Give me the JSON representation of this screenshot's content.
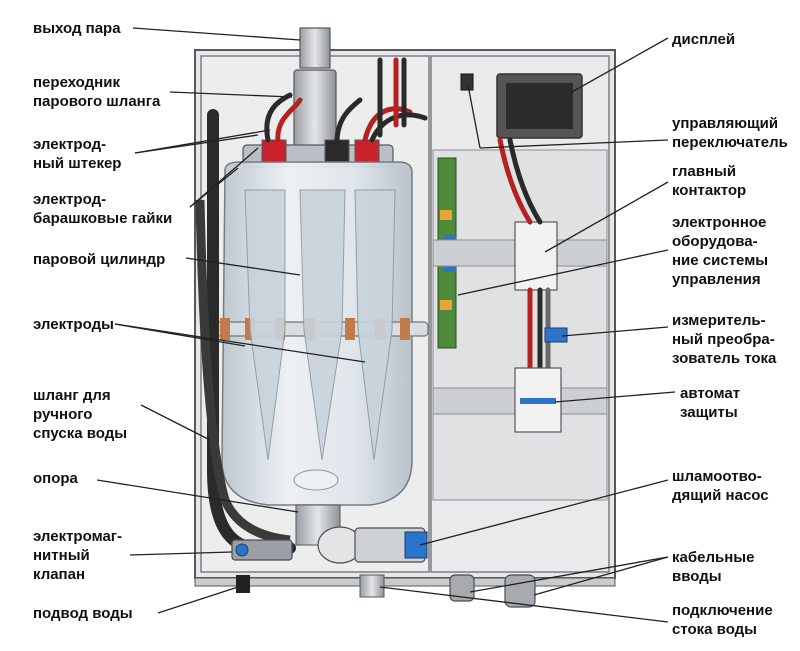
{
  "labels": {
    "steam_outlet": "выход пара",
    "steam_hose_adapter": "переходник\nпарового шланга",
    "electrode_plug": "электрод-\nный штекер",
    "electrode_wing_nuts": "электрод-\nбарашковые гайки",
    "steam_cylinder": "паровой цилиндр",
    "electrodes": "электроды",
    "manual_drain_hose": "шланг для\nручного\nспуска воды",
    "support": "опора",
    "solenoid_valve": "электромаг-\nнитный\nклапан",
    "water_supply": "подвод воды",
    "display": "дисплей",
    "control_switch": "управляющий\nпереключатель",
    "main_contactor": "главный\nконтактор",
    "control_electronics": "электронное\nоборудова-\nние системы\nуправления",
    "current_transducer": "измеритель-\nный преобра-\nзователь тока",
    "circuit_breaker": "автомат\nзащиты",
    "sludge_pump": "шламоотво-\nдящий насос",
    "cable_glands": "кабельные\nвводы",
    "drain_connection": "подключение\nстока воды"
  },
  "colors": {
    "housing": "#e6e7e8",
    "housing_edge": "#55585c",
    "cylinder": "#d5dde3",
    "wire_red": "#b52020",
    "wire_black": "#2a2a2a",
    "terminal_red": "#c8232c",
    "breaker_blue": "#2c74c9",
    "display_screen": "#2b2b2b",
    "board_green": "#4e8a3a",
    "leader_line": "#222222"
  }
}
